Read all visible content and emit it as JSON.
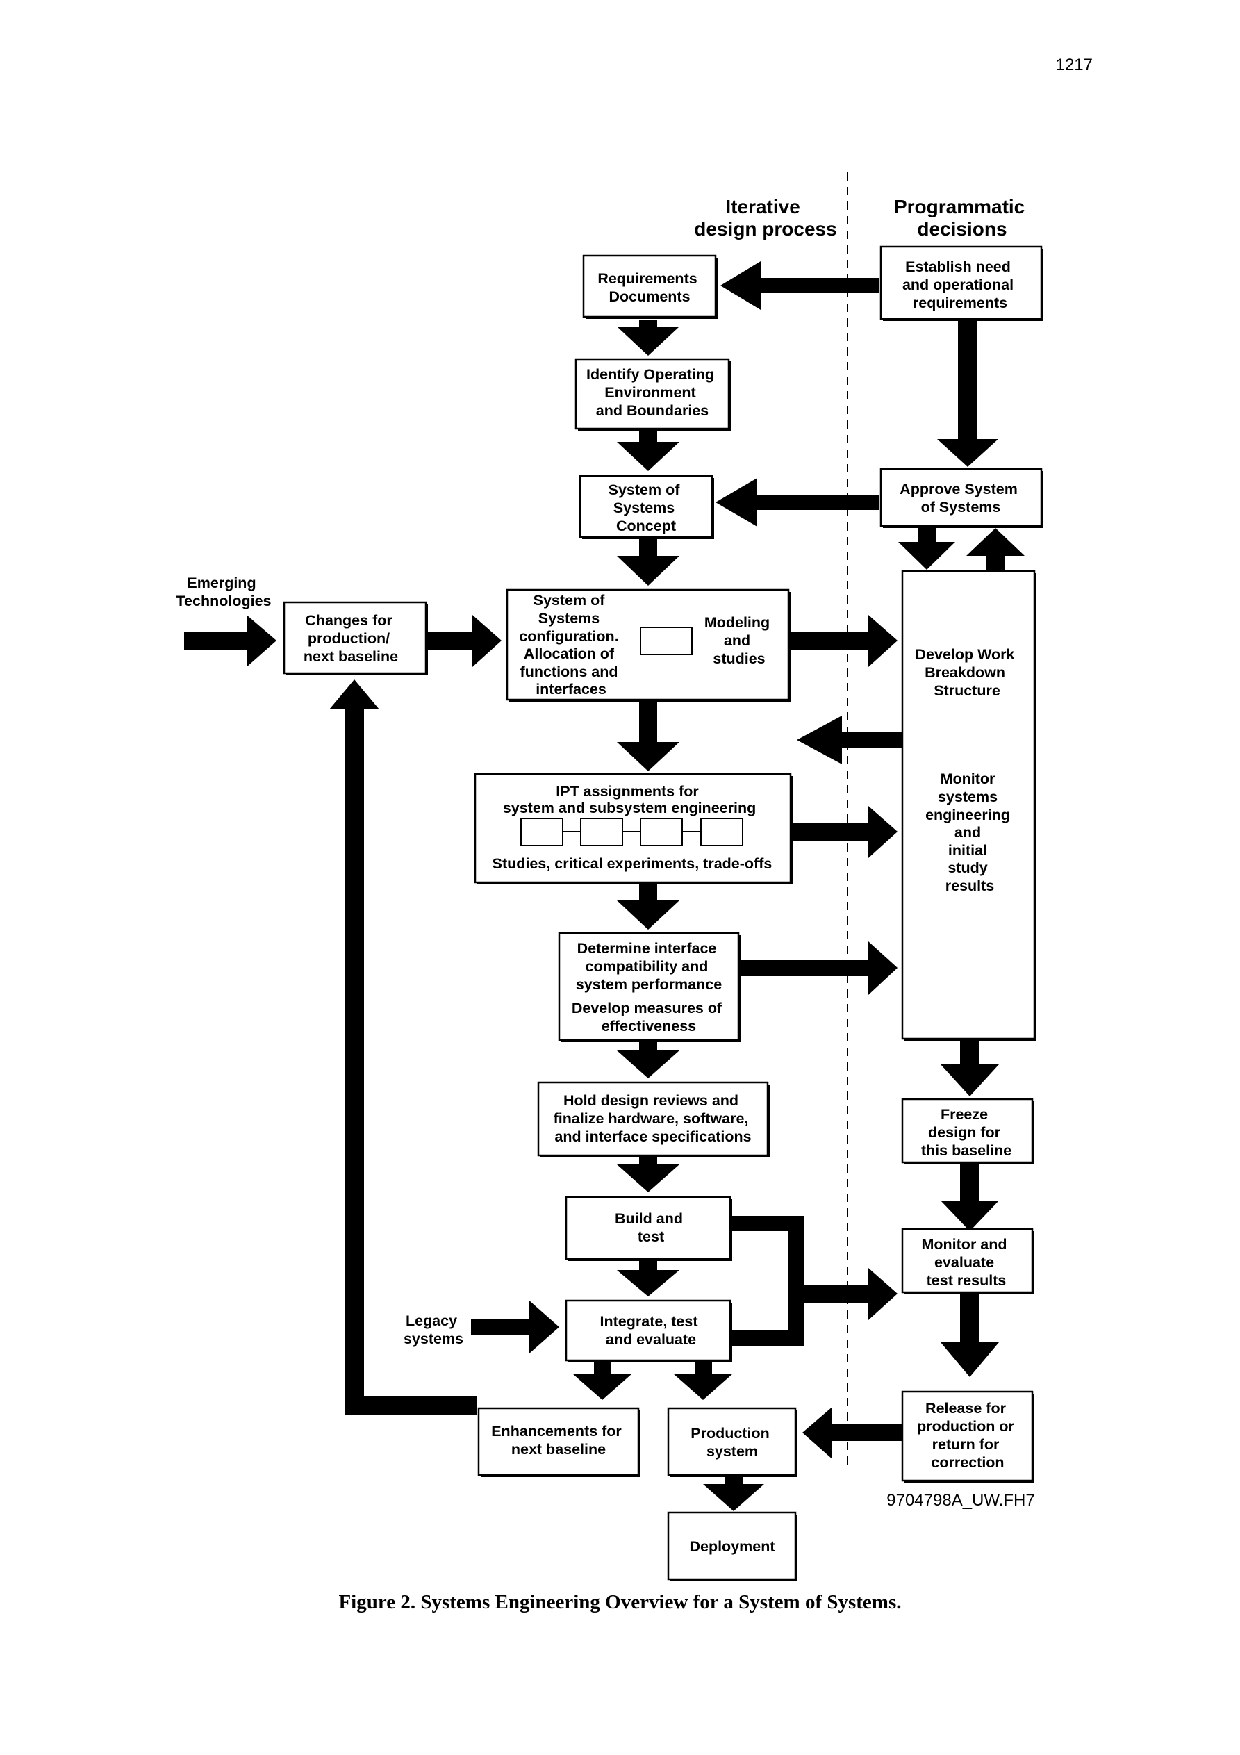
{
  "page_number": "1217",
  "headers": {
    "iterative": [
      "Iterative",
      "design process"
    ],
    "programmatic": [
      "Programmatic",
      "decisions"
    ]
  },
  "labels": {
    "emerging": [
      "Emerging",
      "Technologies"
    ],
    "legacy": [
      "Legacy",
      "systems"
    ]
  },
  "boxes": {
    "requirements": [
      "Requirements",
      "Documents"
    ],
    "identify_env": [
      "Identify Operating",
      "Environment",
      "and Boundaries"
    ],
    "sos_concept": [
      "System of",
      "Systems",
      "Concept"
    ],
    "sos_config": [
      "System of",
      "Systems",
      "configuration.",
      "Allocation of",
      "functions and",
      "interfaces"
    ],
    "modeling": [
      "Modeling",
      "and",
      "studies"
    ],
    "changes": [
      "Changes for",
      "production/",
      "next baseline"
    ],
    "ipt_title": [
      "IPT assignments for",
      "system and subsystem engineering"
    ],
    "ipt_footer": "Studies, critical experiments, trade-offs",
    "interface": [
      "Determine interface",
      "compatibility and",
      "system performance"
    ],
    "measures": [
      "Develop measures of",
      "effectiveness"
    ],
    "design_reviews": [
      "Hold design reviews and",
      "finalize hardware, software,",
      "and interface specifications"
    ],
    "build_test": [
      "Build and",
      "test"
    ],
    "integrate": [
      "Integrate, test",
      "and evaluate"
    ],
    "enhancements": [
      "Enhancements for",
      "next baseline"
    ],
    "production": [
      "Production",
      "system"
    ],
    "deployment": "Deployment",
    "establish": [
      "Establish need",
      "and operational",
      "requirements"
    ],
    "approve": [
      "Approve System",
      "of Systems"
    ],
    "wbs": [
      "Develop Work",
      "Breakdown",
      "Structure"
    ],
    "monitor_se": [
      "Monitor",
      "systems",
      "engineering",
      "and",
      "initial",
      "study",
      "results"
    ],
    "freeze": [
      "Freeze",
      "design for",
      "this baseline"
    ],
    "monitor_eval": [
      "Monitor and",
      "evaluate",
      "test results"
    ],
    "release": [
      "Release for",
      "production or",
      "return for",
      "correction"
    ]
  },
  "figure_id": "9704798A_UW.FH7",
  "caption": "Figure 2. Systems Engineering Overview for a System of Systems."
}
